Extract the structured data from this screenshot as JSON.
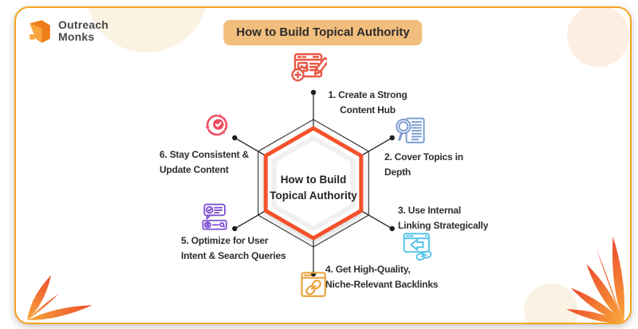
{
  "logo": {
    "line1": "Outreach",
    "line2": "Monks"
  },
  "header": {
    "title": "How to Build Topical Authority"
  },
  "diagram": {
    "center_label": "How to Build\nTopical Authority",
    "items": [
      {
        "label": "1. Create a Strong\nContent Hub",
        "icon": "content-hub-icon",
        "color": "#E85744"
      },
      {
        "label": "2. Cover Topics in\nDepth",
        "icon": "search-depth-icon",
        "color": "#7F9ED1"
      },
      {
        "label": "3. Use Internal\nLinking Strategically",
        "icon": "internal-link-icon",
        "color": "#56C3E9"
      },
      {
        "label": "4. Get High-Quality,\nNiche-Relevant Backlinks",
        "icon": "backlink-icon",
        "color": "#E9A63F"
      },
      {
        "label": "5. Optimize for User\nIntent & Search Queries",
        "icon": "search-intent-icon",
        "color": "#7E52D1"
      },
      {
        "label": "6. Stay Consistent &\nUpdate Content",
        "icon": "refresh-check-icon",
        "color": "#EF4B5F"
      }
    ]
  },
  "colors": {
    "card_border": "#F6A21F",
    "hexagon_accent": "#F4512C",
    "badge_bg": "#F2BE7D",
    "text_dark": "#2E2E2E",
    "leaf_orange": "#F8A93B",
    "leaf_red": "#EC4A2D",
    "cream_blob": "#FAF3E2"
  }
}
